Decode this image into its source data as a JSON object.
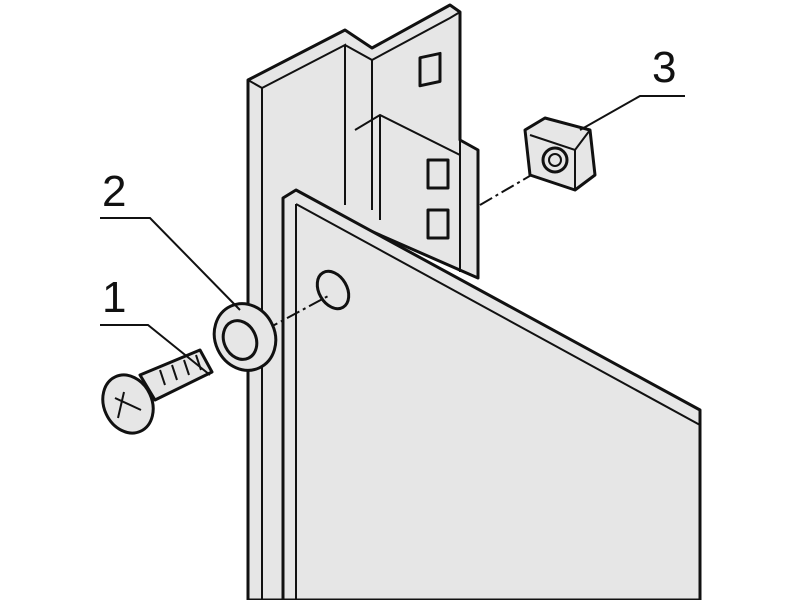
{
  "labels": {
    "screw": "1",
    "washer": "2",
    "cage_nut": "3"
  },
  "colors": {
    "fill": "#e6e6e6",
    "stroke": "#111111",
    "background": "#ffffff"
  }
}
